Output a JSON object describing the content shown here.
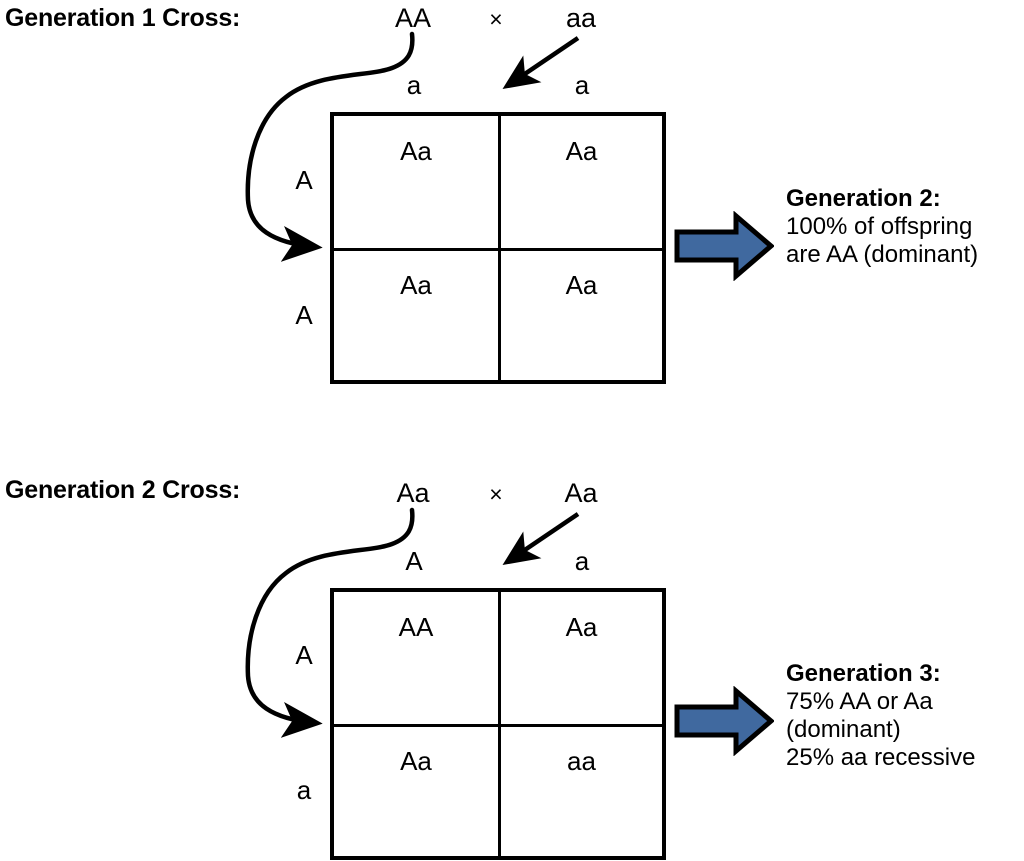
{
  "diagram": {
    "title_visible": false,
    "background": "#ffffff",
    "ink": "#000000",
    "accent": "#40699f"
  },
  "sections": [
    {
      "id": "generation-1",
      "title": "Generation 1 Cross:",
      "parents": {
        "left": "AA",
        "cross_symbol": "×",
        "right": "aa"
      },
      "punnett": {
        "column_headers": [
          "a",
          "a"
        ],
        "row_headers": [
          "A",
          "A"
        ],
        "cells": [
          [
            "Aa",
            "Aa"
          ],
          [
            "Aa",
            "Aa"
          ]
        ]
      },
      "result": {
        "heading": "Generation 2:",
        "lines": [
          "100% of offspring",
          "are AA (dominant)"
        ]
      }
    },
    {
      "id": "generation-2",
      "title": "Generation 2 Cross:",
      "parents": {
        "left": "Aa",
        "cross_symbol": "×",
        "right": "Aa"
      },
      "punnett": {
        "column_headers": [
          "A",
          "a"
        ],
        "row_headers": [
          "A",
          "a"
        ],
        "cells": [
          [
            "AA",
            "Aa"
          ],
          [
            "Aa",
            "aa"
          ]
        ]
      },
      "result": {
        "heading": "Generation 3:",
        "lines": [
          "75% AA or Aa",
          "(dominant)",
          "25% aa recessive"
        ]
      }
    }
  ],
  "icons": {
    "curved_arrow": "curved-arrow-icon",
    "diagonal_arrow": "diagonal-arrow-icon",
    "block_arrow": "block-arrow-right-icon"
  }
}
